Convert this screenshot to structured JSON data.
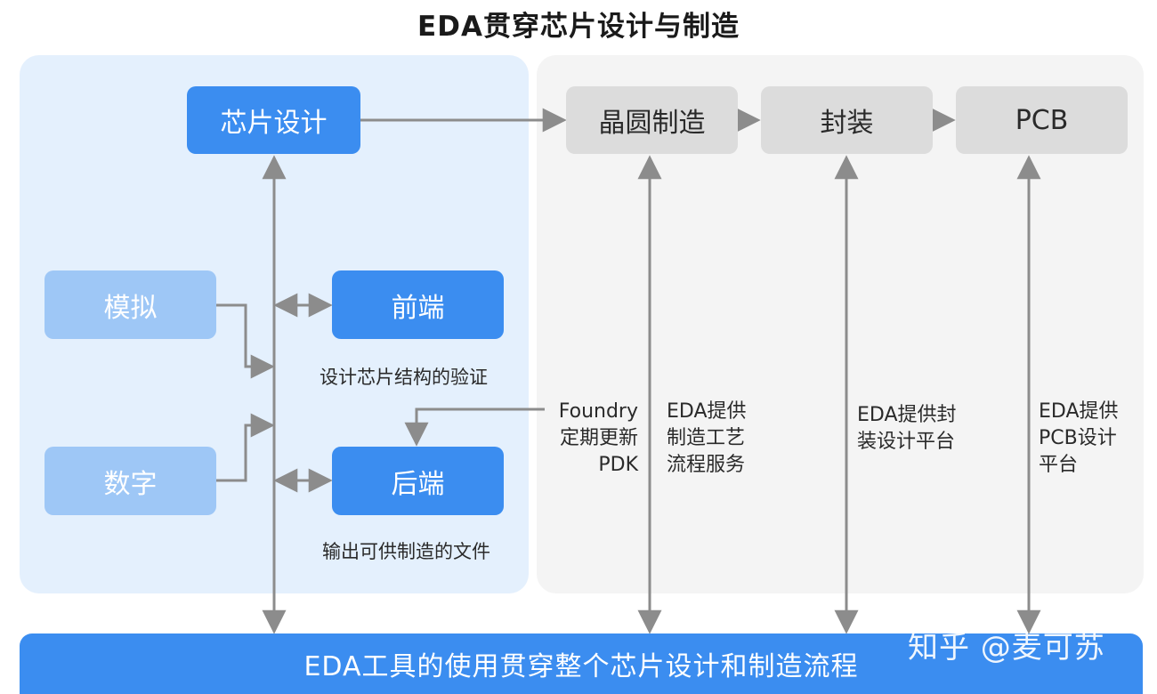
{
  "title": "EDA贯穿芯片设计与制造",
  "design": {
    "chip_design": "芯片设计",
    "analog": "模拟",
    "digital": "数字",
    "frontend": "前端",
    "frontend_caption": "设计芯片结构的验证",
    "backend": "后端",
    "backend_caption": "输出可供制造的文件"
  },
  "manufacturing": {
    "wafer": "晶圆制造",
    "packaging": "封装",
    "pcb": "PCB"
  },
  "notes": {
    "foundry": "Foundry\n定期更新\nPDK",
    "wafer_service": "EDA提供\n制造工艺\n流程服务",
    "packaging_platform": "EDA提供封\n装设计平台",
    "pcb_platform": "EDA提供\nPCB设计\n平台"
  },
  "bottom_bar": "EDA工具的使用贯穿整个芯片设计和制造流程",
  "watermark": "知乎 @麦可苏",
  "colors": {
    "accent_blue": "#3b8df0",
    "light_blue": "#9ec7f6",
    "panel_blue": "#e4f0fd",
    "panel_gray": "#f4f4f4",
    "box_gray": "#dcdcdc",
    "arrow_gray": "#8c8c8c"
  }
}
